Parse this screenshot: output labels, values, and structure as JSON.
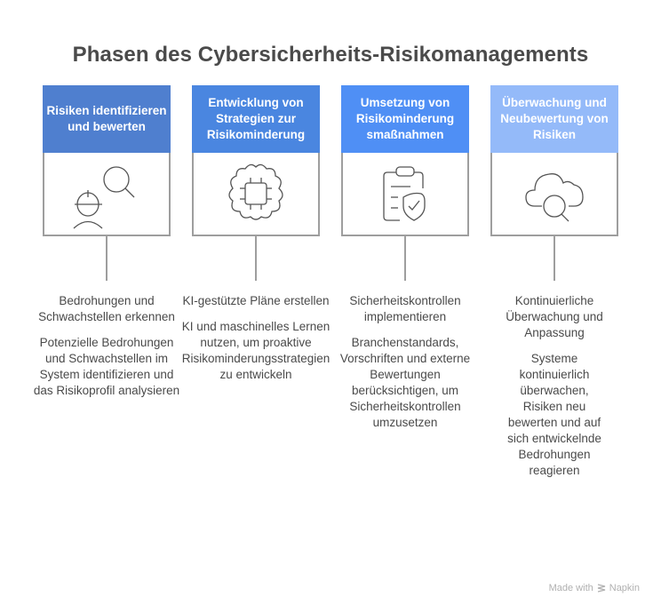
{
  "title": "Phasen des Cybersicherheits-Risikomanagements",
  "phases": [
    {
      "header": "Risiken identifizieren und bewerten",
      "color": "#4f7fcf",
      "icon": "person-search-icon",
      "summary": "Bedrohungen und Schwachstellen erkennen",
      "detail": "Potenzielle Bedrohungen und Schwachstellen im System identifizieren und das Risikoprofil analysieren"
    },
    {
      "header": "Entwicklung von Strategien zur Risikominderung",
      "color": "#4a86e0",
      "icon": "ai-brain-chip-icon",
      "summary": "KI-gestützte Pläne erstellen",
      "detail": "KI und maschinelles Lernen nutzen, um proaktive Risikominderungsstrategien zu entwickeln"
    },
    {
      "header": "Umsetzung von Risikominderung smaßnahmen",
      "color": "#4f8ff5",
      "icon": "clipboard-shield-icon",
      "summary": "Sicherheitskontrollen implementieren",
      "detail": "Branchenstandards, Vorschriften und externe Bewertungen berücksichtigen, um Sicherheitskontrollen umzusetzen"
    },
    {
      "header": "Überwachung und Neubewertung von Risiken",
      "color": "#94baf9",
      "icon": "cloud-search-icon",
      "summary": "Kontinuierliche Überwachung und Anpassung",
      "detail": "Systeme kontinuierlich überwachen, Risiken neu bewerten und auf sich entwickelnde Bedrohungen reagieren"
    }
  ],
  "footer": {
    "made_with": "Made with",
    "brand": "Napkin"
  }
}
